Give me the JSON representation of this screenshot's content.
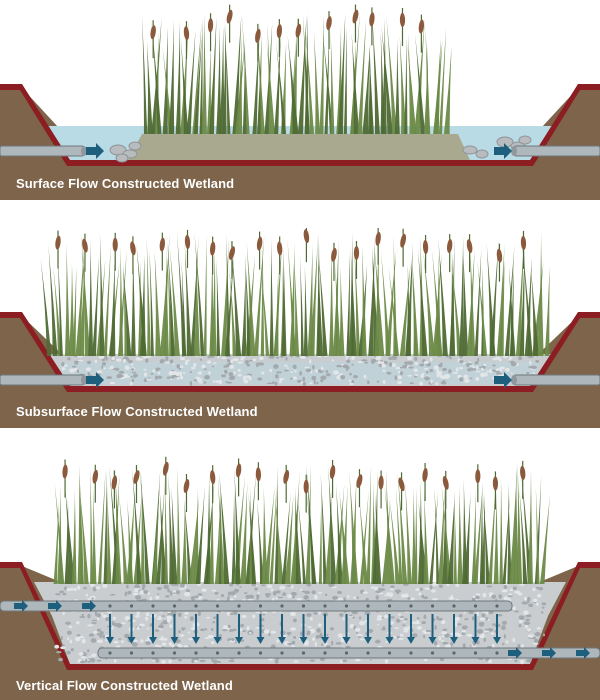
{
  "panels": [
    {
      "key": "surface",
      "caption": "Surface Flow Constructed Wetland",
      "layers": [
        "soil-embankment",
        "liner",
        "substrate-mound",
        "water",
        "cattails",
        "inlet-pipe",
        "outlet-pipe"
      ],
      "flow_direction": "horizontal"
    },
    {
      "key": "subsurface",
      "caption": "Subsurface Flow Constructed Wetland",
      "layers": [
        "soil-embankment",
        "liner",
        "gravel-bed",
        "cattails",
        "inlet-pipe",
        "outlet-pipe"
      ],
      "flow_direction": "horizontal"
    },
    {
      "key": "vertical",
      "caption": "Vertical Flow Constructed Wetland",
      "layers": [
        "soil-embankment",
        "liner",
        "gravel-bed",
        "cattails",
        "perforated-distribution-pipe",
        "perforated-collection-pipe"
      ],
      "flow_direction": "vertical"
    }
  ],
  "colors": {
    "soil": "#7d644a",
    "soil_dark": "#6a533d",
    "liner": "#8c1d22",
    "water": "#b9dbe6",
    "gravel": "#c9cdd0",
    "pipe": "#aeb7bc",
    "arrow": "#1d5f7d",
    "reed": "#6c8a47",
    "reed_dark": "#4f6a34",
    "cattail": "#8b5a3c"
  }
}
